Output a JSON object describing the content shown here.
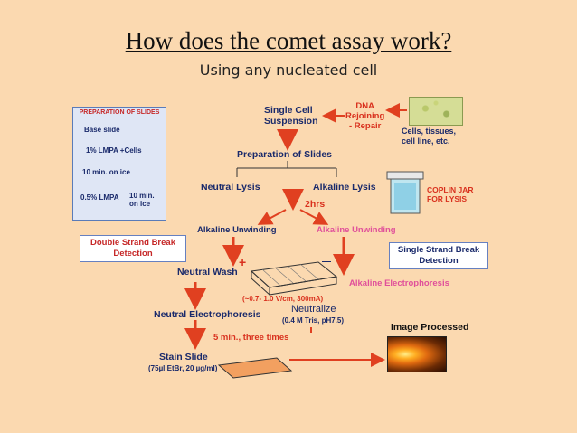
{
  "title": "How does the comet assay work?",
  "subtitle": "Using any nucleated cell",
  "prep_panel": {
    "heading": "PREPARATION OF SLIDES",
    "base_slide": "Base slide",
    "lmpa_cells": "1% LMPA +Cells",
    "ice1": "10 min. on ice",
    "lmpa": "0.5% LMPA",
    "ice2": "10 min. on ice"
  },
  "steps": {
    "single_cell": "Single Cell\nSuspension",
    "dna_rejoining": "DNA\nRejoining\n- Repair",
    "cells_tissues": "Cells, tissues,\ncell line, etc.",
    "prep_slides": "Preparation of Slides",
    "neutral_lysis": "Neutral Lysis",
    "alkaline_lysis": "Alkaline Lysis",
    "two_hrs": "2hrs",
    "coplin_jar": "COPLIN JAR\nFOR LYSIS",
    "alkaline_unwinding_1": "Alkaline Unwinding",
    "alkaline_unwinding_2": "Alkaline Unwinding",
    "double_strand": "Double Strand Break\nDetection",
    "single_strand": "Single Strand Break\nDetection",
    "neutral_wash": "Neutral Wash",
    "plus": "+",
    "minus": "—",
    "alkaline_electro": "Alkaline Electrophoresis",
    "voltage": "(~0.7- 1.0 V/cm, 300mA)",
    "neutralize": "Neutralize",
    "tris": "(0.4 M Tris, pH7.5)",
    "neutral_electro": "Neutral Electrophoresis",
    "image_processed": "Image Processed",
    "five_min": "5 min., three times",
    "stain_slide": "Stain Slide",
    "etbr": "(75µl EtBr, 20 µg/ml)"
  },
  "colors": {
    "background": "#fbd9b0",
    "arrow": "#e04020",
    "label_blue": "#1a2a6b",
    "label_red": "#d9311e",
    "label_pink": "#e0509a"
  }
}
